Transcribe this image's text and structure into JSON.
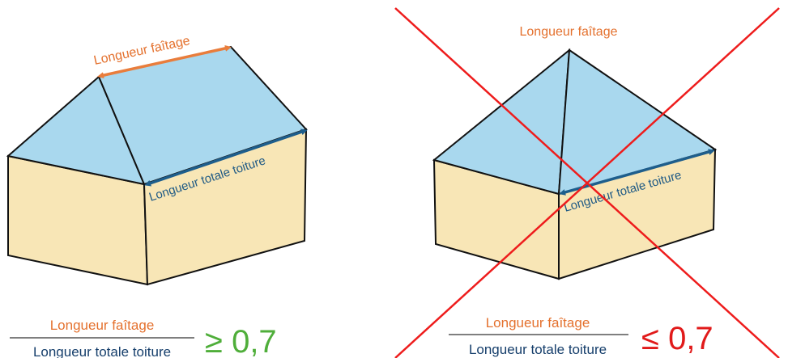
{
  "colors": {
    "roof": "#A9D8EE",
    "wall": "#F8E6B6",
    "ridge_arrow": "#E97D3C",
    "length_arrow": "#1E5E8C",
    "ratio_good": "#4FAE3A",
    "ratio_bad": "#E11A1A",
    "cross": "#EE1C1C"
  },
  "left_house": {
    "ridge_label": "Longueur faîtage",
    "total_label": "Longueur totale toiture",
    "formula": {
      "numerator": "Longueur faîtage",
      "denominator": "Longueur totale toiture",
      "operator_value": "≥ 0,7"
    }
  },
  "right_house": {
    "ridge_label": "Longueur faîtage",
    "total_label": "Longueur totale toiture",
    "formula": {
      "numerator": "Longueur faîtage",
      "denominator": "Longueur totale toiture",
      "operator_value": "≤ 0,7"
    },
    "crossed_out": true
  }
}
